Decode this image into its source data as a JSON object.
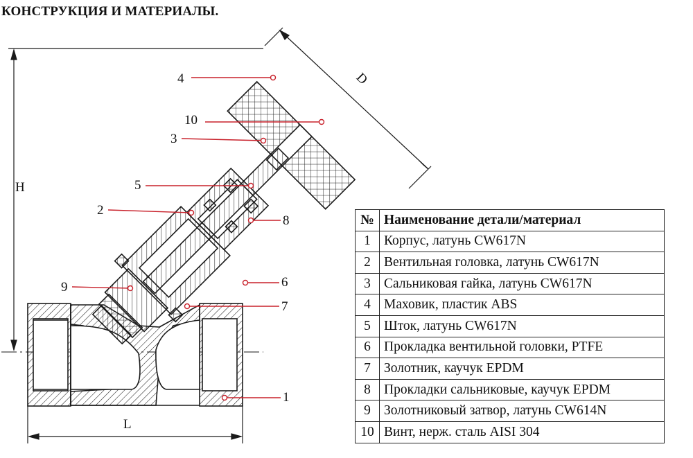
{
  "title": "КОНСТРУКЦИЯ И МАТЕРИАЛЫ.",
  "dimensions": {
    "h": "H",
    "l": "L",
    "d": "D"
  },
  "callouts": [
    {
      "id": "4",
      "label": "4"
    },
    {
      "id": "10",
      "label": "10"
    },
    {
      "id": "3",
      "label": "3"
    },
    {
      "id": "5",
      "label": "5"
    },
    {
      "id": "2",
      "label": "2"
    },
    {
      "id": "8",
      "label": "8"
    },
    {
      "id": "9",
      "label": "9"
    },
    {
      "id": "6",
      "label": "6"
    },
    {
      "id": "7",
      "label": "7"
    },
    {
      "id": "1",
      "label": "1"
    }
  ],
  "parts_table": {
    "headers": {
      "num": "№",
      "name": "Наименование детали/материал"
    },
    "rows": [
      {
        "num": "1",
        "name": "Корпус, латунь CW617N"
      },
      {
        "num": "2",
        "name": "Вентильная головка, латунь CW617N"
      },
      {
        "num": "3",
        "name": "Сальниковая гайка, латунь CW617N"
      },
      {
        "num": "4",
        "name": "Маховик, пластик  ABS"
      },
      {
        "num": "5",
        "name": "Шток, латунь CW617N"
      },
      {
        "num": "6",
        "name": "Прокладка вентильной головки, PTFE"
      },
      {
        "num": "7",
        "name": "Золотник, каучук EPDM"
      },
      {
        "num": "8",
        "name": "Прокладки сальниковые, каучук EPDM"
      },
      {
        "num": "9",
        "name": "Золотниковый затвор, латунь CW614N"
      },
      {
        "num": "10",
        "name": "Винт, нерж. сталь AISI 304"
      }
    ]
  },
  "colors": {
    "leader": "#c8202a",
    "line": "#1a1a1a"
  }
}
